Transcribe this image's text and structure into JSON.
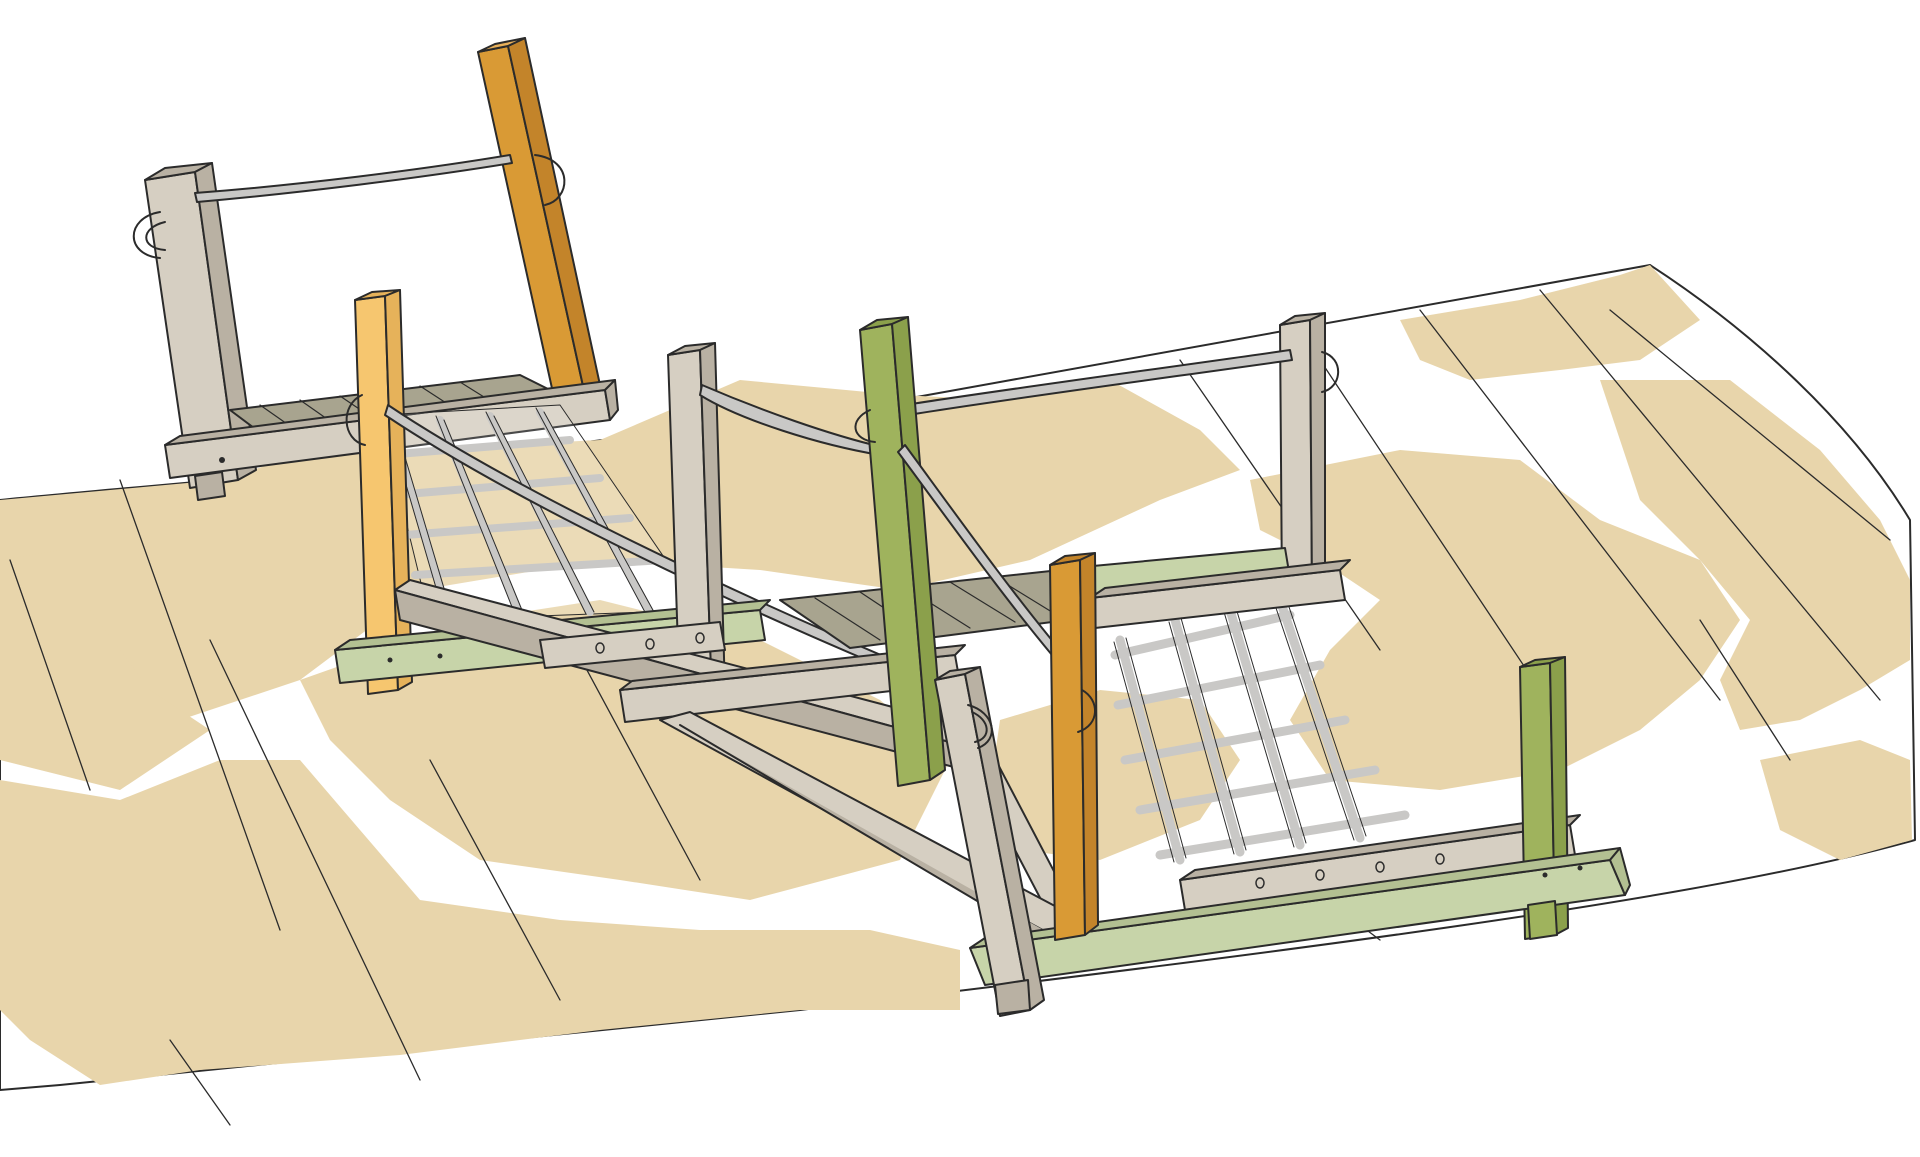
{
  "illustration": {
    "subject": "playground-climbing-structure",
    "colors": {
      "background": "#ffffff",
      "sand": "#e8d5ab",
      "timber_grey": "#d6cfc2",
      "timber_grey_dark": "#b9b1a3",
      "deck": "#a8a48f",
      "deck_dark": "#8f8b78",
      "post_orange": "#d99a35",
      "post_light_orange": "#f6c66f",
      "post_green": "#9fb35d",
      "beam_green": "#c7d4a9",
      "rope": "#c9c8c6",
      "ink": "#2b2b2b"
    },
    "parts": [
      "sand-patch",
      "rope-net",
      "wooden-deck",
      "timber-post",
      "timber-beam",
      "handrail-rope"
    ]
  }
}
